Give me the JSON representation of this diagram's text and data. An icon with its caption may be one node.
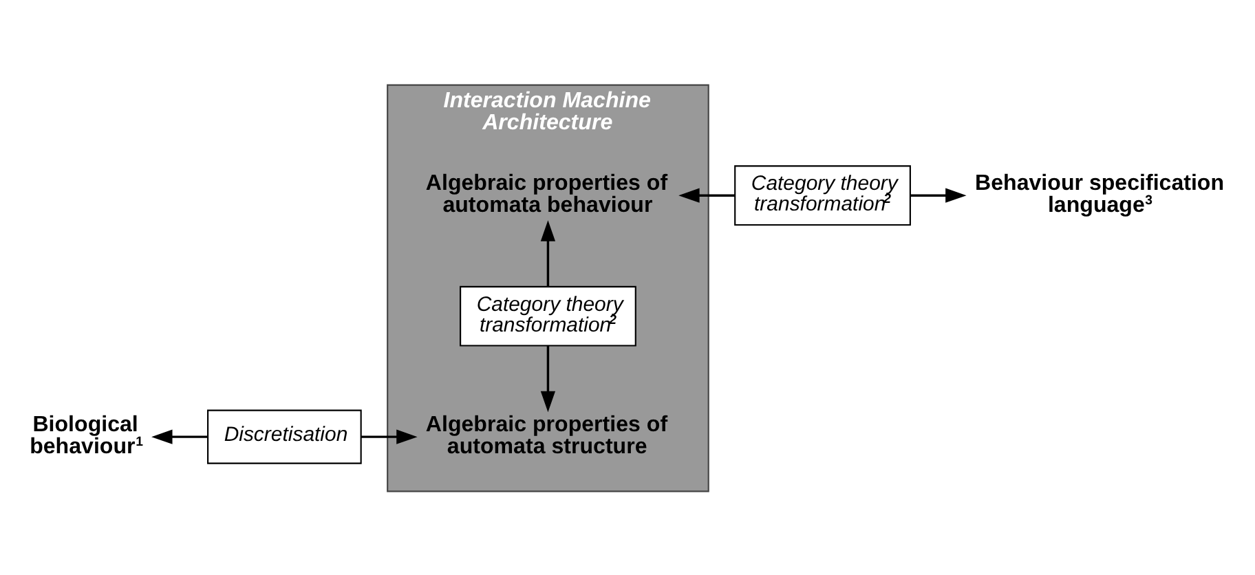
{
  "diagram": {
    "nodes": [
      {
        "text": [
          "Interaction Machine Architecture"
        ]
      },
      {
        "text": [
          "Biological behaviour$^{1}$"
        ]
      },
      {
        "text": [
          "Discretisation"
        ]
      },
      {
        "text": [
          "Algebraic properties of automata structure"
        ],
        "in": 0
      },
      {
        "text": [
          "Category theory transformation$^{2}$"
        ],
        "in": 0
      },
      {
        "text": [
          "Algebraic properties of automata behaviour"
        ],
        "in": 0
      },
      {
        "text": [
          "Category theory transformation$^{2}$"
        ]
      },
      {
        "text": [
          "Behaviour specification language$^{3}$"
        ]
      }
    ],
    "edges": [
      {
        "from": 2,
        "to": 1,
        "arrow": "to"
      },
      {
        "from": 2,
        "to": 3,
        "arrow": "to"
      },
      {
        "from": 4,
        "to": 3,
        "arrow": "to"
      },
      {
        "from": 4,
        "to": 5,
        "arrow": "to"
      },
      {
        "from": 6,
        "to": 5,
        "arrow": "to"
      },
      {
        "from": 6,
        "to": 7,
        "arrow": "to"
      }
    ]
  }
}
